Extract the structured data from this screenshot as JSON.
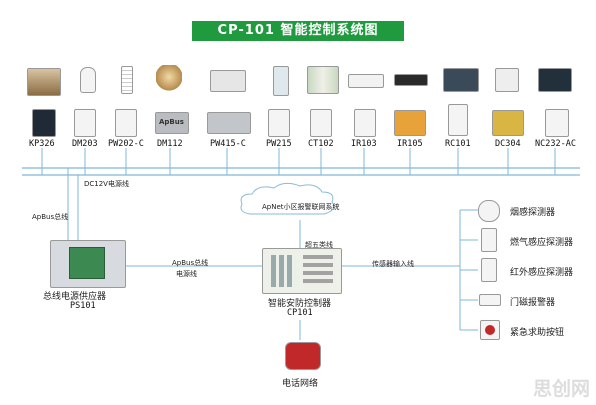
{
  "title": "CP-101 智能控制系统图",
  "top_devices": [
    "KP326",
    "DM203",
    "PW202-C",
    "DM112",
    "PW415-C",
    "PW215",
    "CT102",
    "IR103",
    "IR105",
    "RC101",
    "DC304",
    "NC232-AC"
  ],
  "module_brand": "ApBus",
  "labels": {
    "dc12v": "DC12V电源线",
    "apbus_left": "ApBus总线",
    "apnet": "ApNet小区报警联网系统",
    "twisted": "超五类线",
    "apbus_mid": "ApBus总线",
    "power_line": "电源线",
    "sensor_in": "传感器输入线"
  },
  "power_supply": {
    "name": "总线电源供应器",
    "code": "PS101"
  },
  "controller": {
    "name": "智能安防控制器",
    "code": "CP101"
  },
  "phone": {
    "name": "电话网络"
  },
  "sensors": [
    "烟感探测器",
    "燃气感应探测器",
    "红外感应探测器",
    "门磁报警器",
    "紧急求助按钮"
  ],
  "watermark": "思创网",
  "colors": {
    "title_bg": "#1f9a3f",
    "bus_line": "#7fb7d8",
    "phone_red": "#c0282a"
  }
}
